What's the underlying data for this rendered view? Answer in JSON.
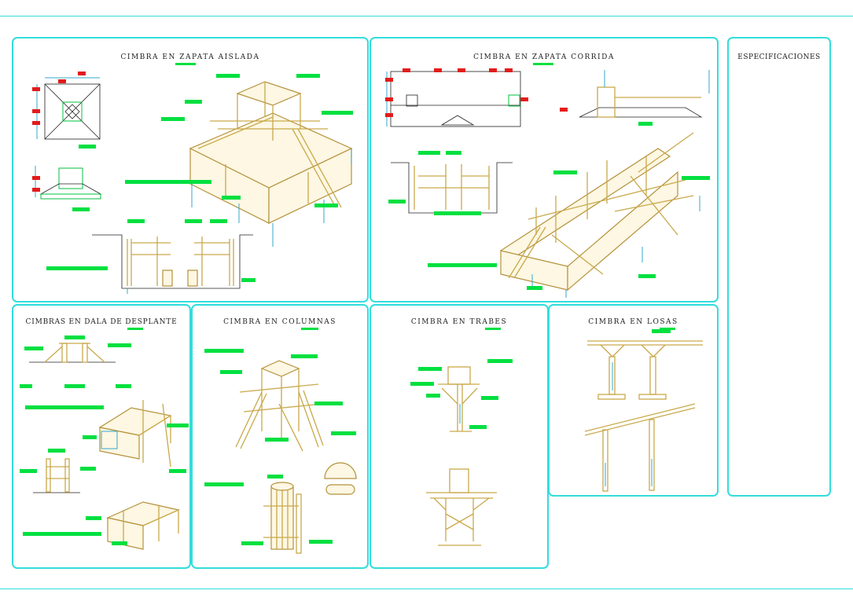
{
  "panels": {
    "zapata_aislada": {
      "title": "CIMBRA EN ZAPATA AISLADA"
    },
    "zapata_corrida": {
      "title": "CIMBRA EN ZAPATA CORRIDA"
    },
    "especificaciones": {
      "title": "ESPECIFICACIONES"
    },
    "dala_desplante": {
      "title": "CIMBRAS EN DALA DE DESPLANTE"
    },
    "columnas": {
      "title": "CIMBRA EN COLUMNAS"
    },
    "trabes": {
      "title": "CIMBRA EN TRABES"
    },
    "losas": {
      "title": "CIMBRA EN LOSAS"
    }
  },
  "colors": {
    "border": "#33dddd",
    "label": "#00e040",
    "dimension": "#e41b1b",
    "timber": "#c9a94a"
  }
}
